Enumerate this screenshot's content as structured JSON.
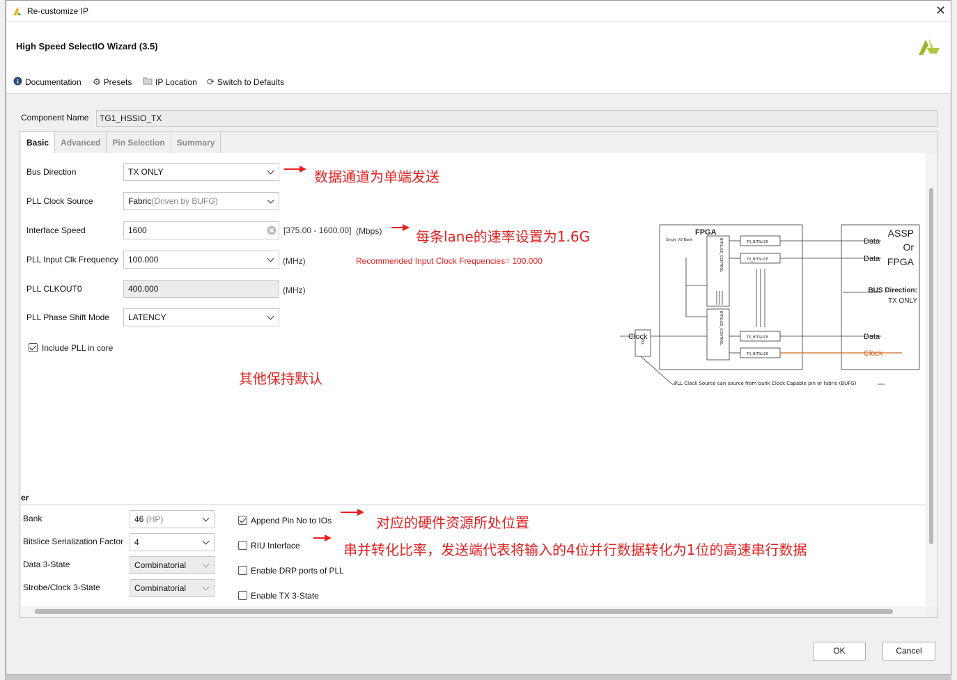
{
  "window": {
    "title": "Re-customize IP"
  },
  "header": {
    "title": "High Speed SelectIO Wizard (3.5)"
  },
  "toolbar": {
    "documentation": "Documentation",
    "presets": "Presets",
    "ip_location": "IP Location",
    "switch_defaults": "Switch to Defaults"
  },
  "component": {
    "label": "Component Name",
    "value": "TG1_HSSIO_TX"
  },
  "tabs": [
    "Basic",
    "Advanced",
    "Pin Selection",
    "Summary"
  ],
  "basic": {
    "bus_direction": {
      "label": "Bus Direction",
      "value": "TX ONLY"
    },
    "pll_clock_source": {
      "label": "PLL Clock Source",
      "value": "Fabric",
      "hint": "(Driven by BUFG)"
    },
    "interface_speed": {
      "label": "Interface Speed",
      "value": "1600",
      "range": "[375.00 - 1600.00]",
      "unit": "(Mbps)"
    },
    "pll_input_clk": {
      "label": "PLL Input Clk Frequency",
      "value": "100.000",
      "unit": "(MHz)",
      "recommend": "Recommended Input Clock Frequencies= 100.000"
    },
    "pll_clkout0": {
      "label": "PLL CLKOUT0",
      "value": "400.000",
      "unit": "(MHz)"
    },
    "pll_phase_shift": {
      "label": "PLL Phase Shift Mode",
      "value": "LATENCY"
    },
    "include_pll": {
      "label": "Include PLL in core",
      "checked": true
    }
  },
  "notes": {
    "bus": "数据通道为单端发送",
    "speed": "每条lane的速率设置为1.6G",
    "others": "其他保持默认",
    "append": "对应的硬件资源所处位置",
    "serial": "串并转化比率，发送端代表将输入的4位并行数据转化为1位的高速串行数据"
  },
  "diagram": {
    "fpga": "FPGA",
    "bank": "Single I/O Bank",
    "bitslice_control": "BITSLICE_CONTROL",
    "tx_bitslice": "TX_BITSLICE",
    "pll": "PLL",
    "clock": "Clock",
    "data": "Data",
    "clock_out": "Clock",
    "assp": "ASSP",
    "or": "Or",
    "fpga2": "FPGA",
    "bus_dir_label": "BUS Direction:",
    "bus_dir_value": "TX ONLY",
    "pll_note": "PLL Clock Source can source from bank Clock Capable pin or fabric (BUFG)"
  },
  "lower": {
    "section_label": "er",
    "bank": {
      "label": "Bank",
      "value": "46",
      "hint": "(HP)"
    },
    "serialization": {
      "label": "Bitslice Serialization Factor",
      "value": "4"
    },
    "data3": {
      "label": "Data 3-State",
      "value": "Combinatorial"
    },
    "strobe3": {
      "label": "Strobe/Clock 3-State",
      "value": "Combinatorial"
    },
    "append_pin": {
      "label": "Append Pin No to IOs",
      "checked": true
    },
    "riu": {
      "label": "RIU Interface",
      "checked": false
    },
    "drp": {
      "label": "Enable DRP ports of PLL",
      "checked": false
    },
    "tx3": {
      "label": "Enable TX 3-State",
      "checked": false
    }
  },
  "buttons": {
    "ok": "OK",
    "cancel": "Cancel"
  },
  "colors": {
    "note_red": "#e02020",
    "clock_orange": "#d2691e"
  }
}
